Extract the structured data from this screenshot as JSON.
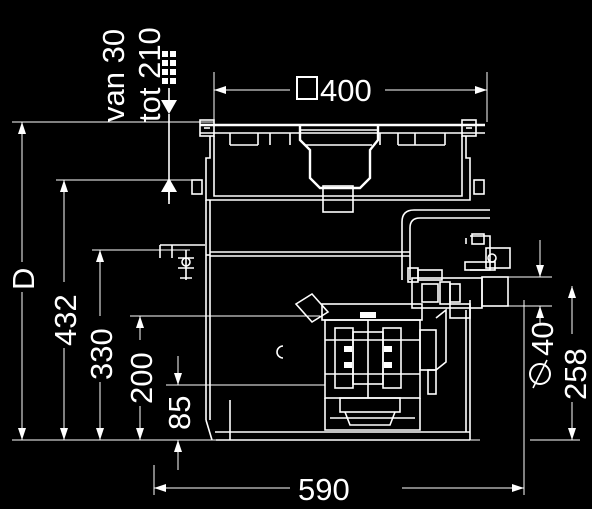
{
  "dimensions": {
    "top_width": "400",
    "overall_width": "590",
    "height_d": "D",
    "height_432": "432",
    "height_330": "330",
    "height_200": "200",
    "height_85": "85",
    "outlet_diameter": "40",
    "outlet_height": "258",
    "adjust_from": "van 30",
    "adjust_to": "tot 210"
  },
  "symbols": {
    "square": "square-icon",
    "diameter": "diameter-icon"
  }
}
